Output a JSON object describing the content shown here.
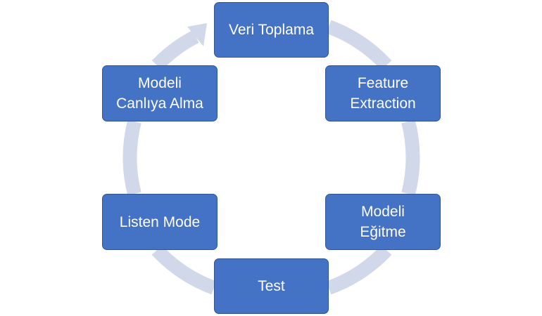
{
  "diagram": {
    "type": "cycle",
    "direction": "clockwise",
    "colors": {
      "node_fill": "#4472c4",
      "node_border": "#2f5597",
      "node_text": "#ffffff",
      "ring": "#d1d8ea"
    },
    "steps": [
      {
        "label": "Veri Toplama"
      },
      {
        "label": "Feature\nExtraction"
      },
      {
        "label": "Modeli\nEğitme"
      },
      {
        "label": "Test"
      },
      {
        "label": "Listen Mode"
      },
      {
        "label": "Modeli\nCanlıya Alma"
      }
    ]
  }
}
